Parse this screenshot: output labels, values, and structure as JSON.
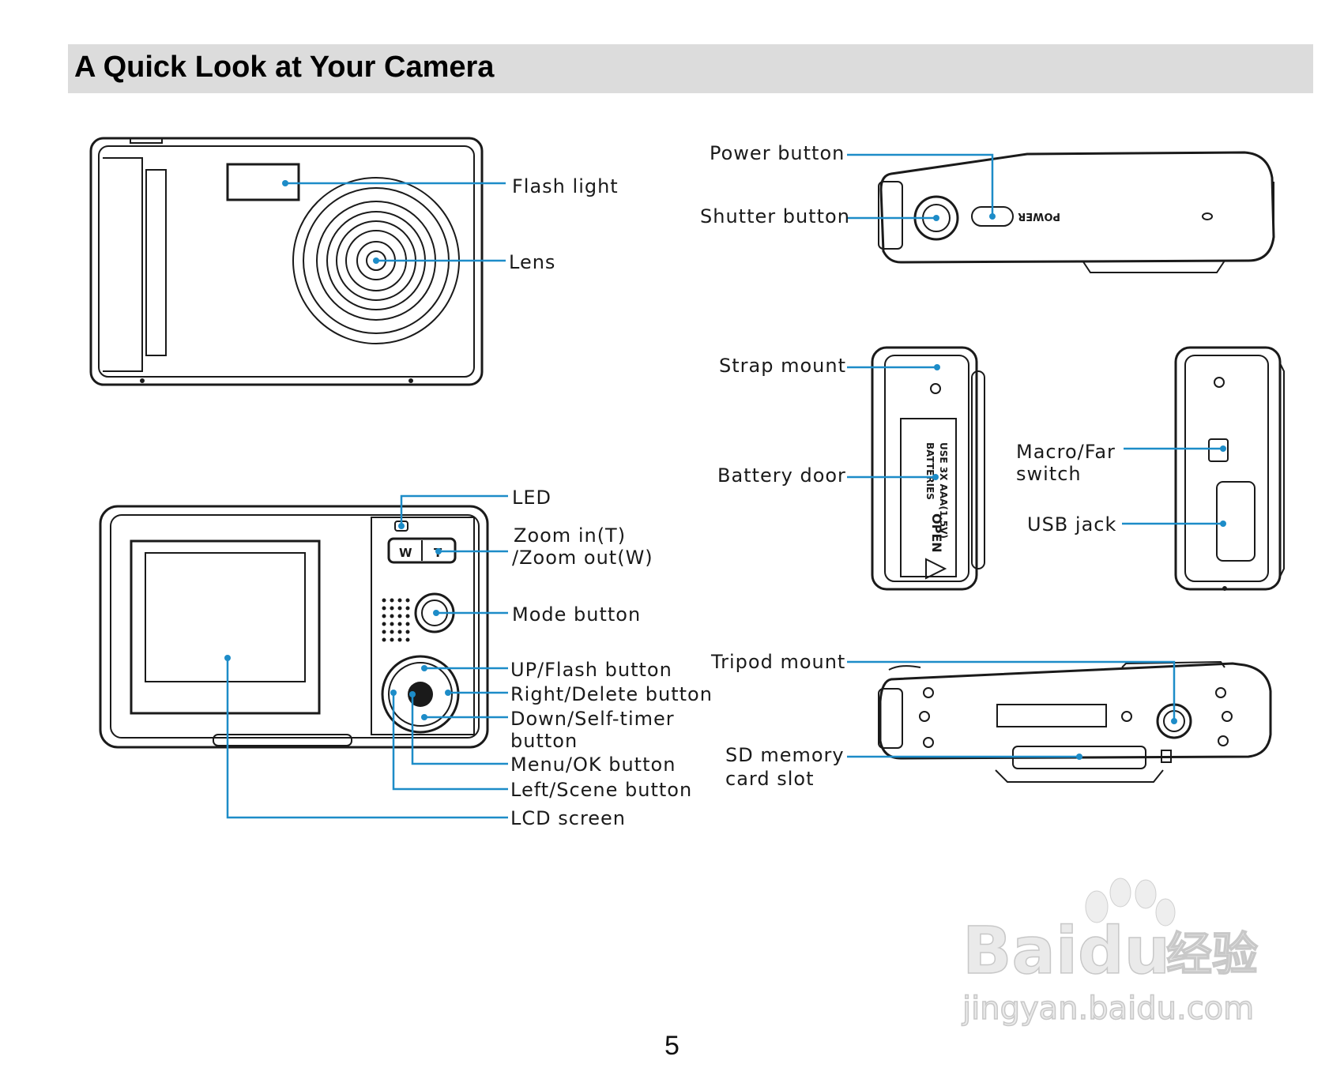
{
  "page": {
    "title": "A Quick Look at Your Camera",
    "page_number": "5"
  },
  "labels": {
    "flash_light": "Flash light",
    "lens": "Lens",
    "power_button": "Power button",
    "shutter_button": "Shutter button",
    "power_text_on_body": "POWER",
    "strap_mount": "Strap mount",
    "battery_door": "Battery door",
    "battery_text_1": "USE 3X AAA(1.5V)",
    "battery_text_2": "BATTERIES",
    "open_text": "OPEN",
    "macro_far_1": "Macro/Far",
    "macro_far_2": "switch",
    "usb_jack": "USB jack",
    "led": "LED",
    "zoom_1": "Zoom in(T)",
    "zoom_2": "/Zoom out(W)",
    "zoom_w": "W",
    "zoom_t": "T",
    "mode_button": "Mode button",
    "up_flash": "UP/Flash button",
    "right_delete": "Right/Delete button",
    "down_self_1": "Down/Self-timer",
    "down_self_2": "button",
    "menu_ok": "Menu/OK button",
    "left_scene": "Left/Scene button",
    "lcd_screen": "LCD screen",
    "tripod_mount": "Tripod mount",
    "sd_1": "SD memory",
    "sd_2": "card slot"
  },
  "watermark": {
    "brand": "Baidu",
    "cn": "经验",
    "url": "jingyan.baidu.com"
  },
  "colors": {
    "callout": "#1d8cc8",
    "title_bar": "#dcdcdc"
  }
}
